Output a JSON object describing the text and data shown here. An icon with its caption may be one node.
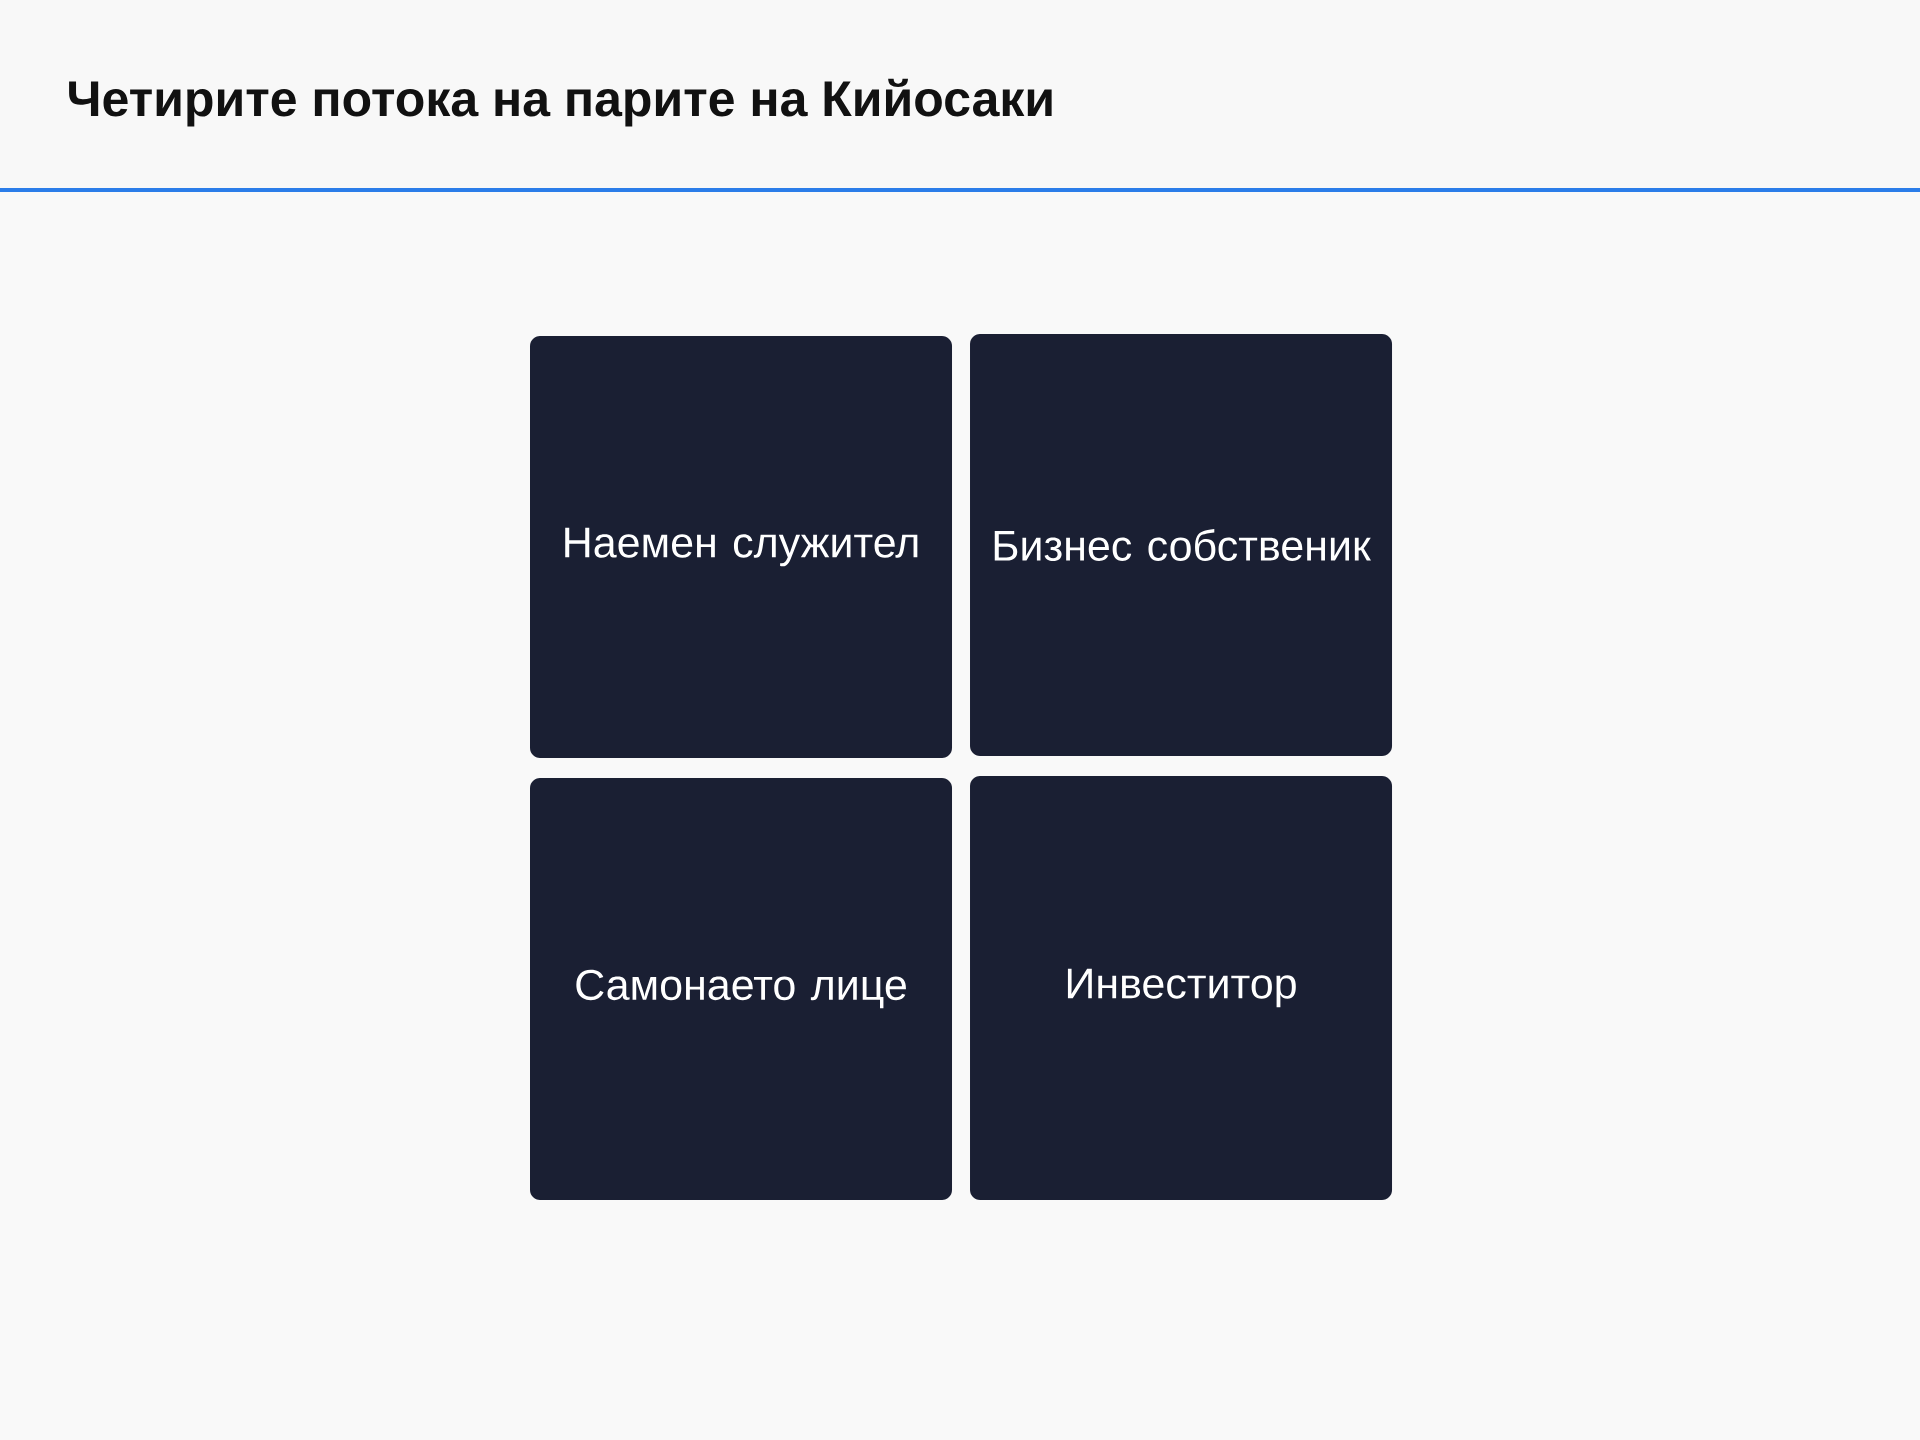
{
  "diagram": {
    "title": "Четирите потока на парите на Кийосаки",
    "nodes": [
      {
        "text": [
          "Наемен служител"
        ]
      },
      {
        "text": [
          "Бизнес собственик"
        ]
      },
      {
        "text": [
          "Самонаето лице"
        ]
      },
      {
        "text": [
          "Инвеститор"
        ]
      }
    ]
  }
}
